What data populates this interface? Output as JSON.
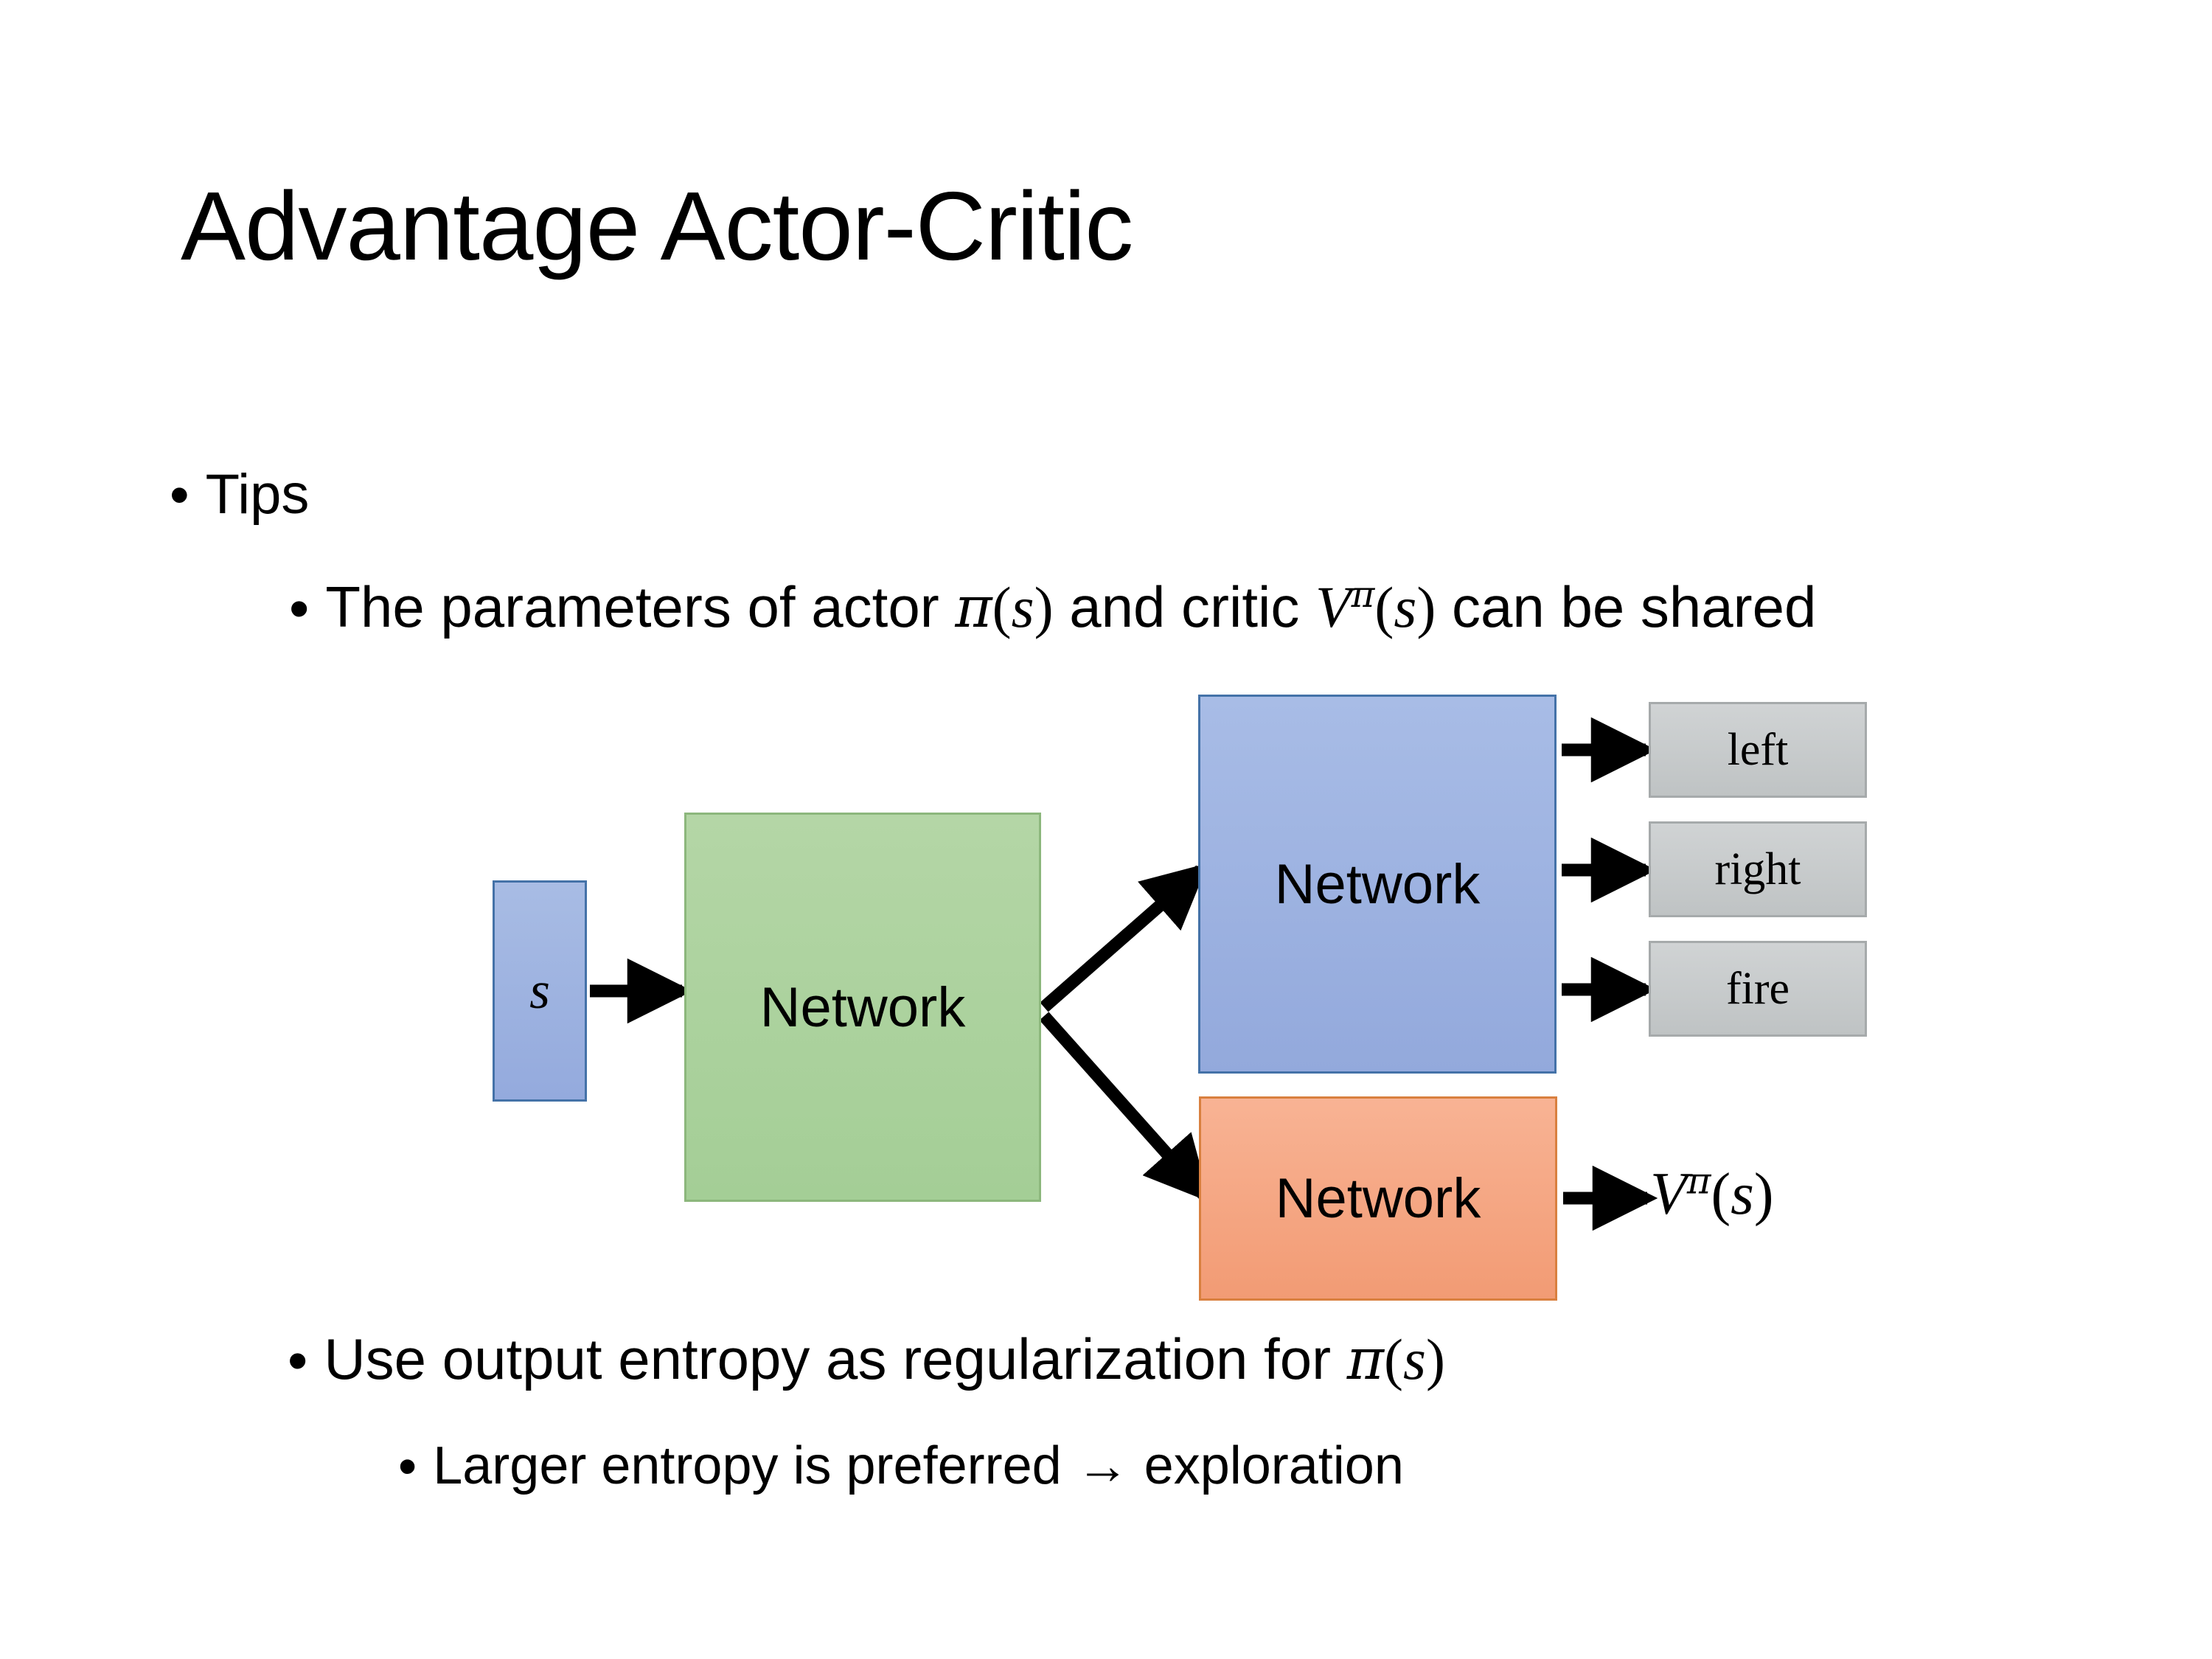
{
  "slide": {
    "title": "Advantage Actor-Critic",
    "bullets": [
      {
        "marker": "•",
        "text": "Tips"
      },
      {
        "marker": "•",
        "text_parts": [
          "The parameters of actor ",
          "π",
          "(",
          "s",
          ")",
          "  and critic ",
          "V",
          "π",
          "(",
          "s",
          ")",
          " can be shared"
        ]
      },
      {
        "marker": "•",
        "text_parts": [
          "Use output entropy as regularization for ",
          "π",
          "(",
          "s",
          ")"
        ]
      },
      {
        "marker": "•",
        "text": "Larger entropy is preferred → exploration"
      }
    ],
    "bullet_tips_label": "Tips",
    "bullet_params_prefix": "The parameters of actor ",
    "bullet_params_mid": "  and critic ",
    "bullet_params_suffix": " can be shared",
    "bullet_entropy_prefix": "Use output entropy as regularization for ",
    "bullet_larger_label": "Larger entropy is preferred → exploration"
  },
  "symbols": {
    "pi": "π",
    "s": "s",
    "V": "V",
    "lparen": "(",
    "rparen": ")",
    "arrow_right": "→",
    "bullet_dot": "•"
  },
  "diagram": {
    "state_box_label": "s",
    "shared_network_label": "Network",
    "actor_network_label": "Network",
    "critic_network_label": "Network",
    "outputs": [
      {
        "label": "left"
      },
      {
        "label": "right"
      },
      {
        "label": "fire"
      }
    ],
    "critic_output_value": "V",
    "critic_output_sup": "π",
    "critic_output_arg": "s",
    "colors": {
      "state_box_fill": "#9EB3DE",
      "state_box_border": "#4472A8",
      "shared_network_fill": "#AFD3A2",
      "shared_network_border": "#8CB77C",
      "actor_network_fill": "#9DB2E1",
      "actor_network_border": "#4472A8",
      "critic_network_fill": "#F5A883",
      "critic_network_border": "#D9803F",
      "output_box_fill": "#C6C9CA",
      "output_box_border": "#A6AAAB",
      "arrow": "#000000",
      "background": "#FFFFFF",
      "text": "#000000"
    }
  }
}
